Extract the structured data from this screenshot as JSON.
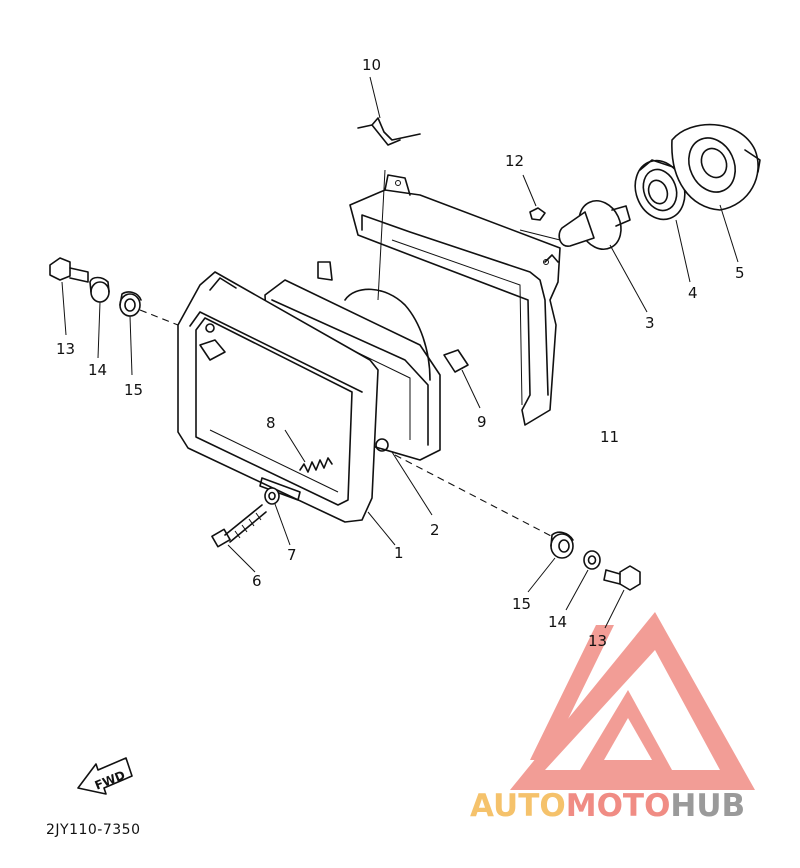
{
  "diagram": {
    "code": "2JY110-7350",
    "fwd_label": "FWD",
    "parts": [
      {
        "id": "p1",
        "label": "1"
      },
      {
        "id": "p2",
        "label": "2"
      },
      {
        "id": "p3",
        "label": "3"
      },
      {
        "id": "p4",
        "label": "4"
      },
      {
        "id": "p5",
        "label": "5"
      },
      {
        "id": "p6",
        "label": "6"
      },
      {
        "id": "p7",
        "label": "7"
      },
      {
        "id": "p8",
        "label": "8"
      },
      {
        "id": "p9",
        "label": "9"
      },
      {
        "id": "p10",
        "label": "10"
      },
      {
        "id": "p11",
        "label": "11"
      },
      {
        "id": "p12",
        "label": "12"
      },
      {
        "id": "p13a",
        "label": "13"
      },
      {
        "id": "p14a",
        "label": "14"
      },
      {
        "id": "p15a",
        "label": "15"
      },
      {
        "id": "p13b",
        "label": "13"
      },
      {
        "id": "p14b",
        "label": "14"
      },
      {
        "id": "p15b",
        "label": "15"
      }
    ]
  },
  "watermark": {
    "part1": "AUTO",
    "part2": "MOTO",
    "part3": "HUB",
    "colors": {
      "logo": "#f08c84",
      "auto": "#f5c26b",
      "moto": "#f08c84",
      "hub": "#9a9a9a"
    }
  }
}
